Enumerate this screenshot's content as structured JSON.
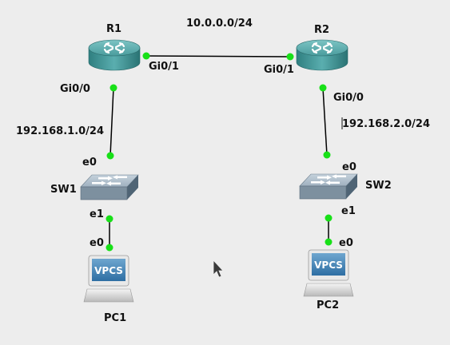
{
  "topology": {
    "routers": [
      {
        "name": "R1"
      },
      {
        "name": "R2"
      }
    ],
    "switches": [
      {
        "name": "SW1"
      },
      {
        "name": "SW2"
      }
    ],
    "hosts": [
      {
        "name": "PC1",
        "screen_text": "VPCS"
      },
      {
        "name": "PC2",
        "screen_text": "VPCS"
      }
    ],
    "networks": {
      "r1_r2": "10.0.0.0/24",
      "r1_lan": "192.168.1.0/24",
      "r2_lan": "192.168.2.0/24"
    },
    "ports": {
      "r1_to_r2": "Gi0/1",
      "r2_to_r1": "Gi0/1",
      "r1_to_sw1": "Gi0/0",
      "r2_to_sw2": "Gi0/0",
      "sw1_to_r1": "e0",
      "sw1_to_pc1": "e1",
      "pc1_port": "e0",
      "sw2_to_r2": "e0",
      "sw2_to_pc2": "e1",
      "pc2_port": "e0"
    }
  },
  "colors": {
    "background": "#ededed",
    "link_status_dot": "#18e018",
    "router_body": "#3f9596"
  }
}
